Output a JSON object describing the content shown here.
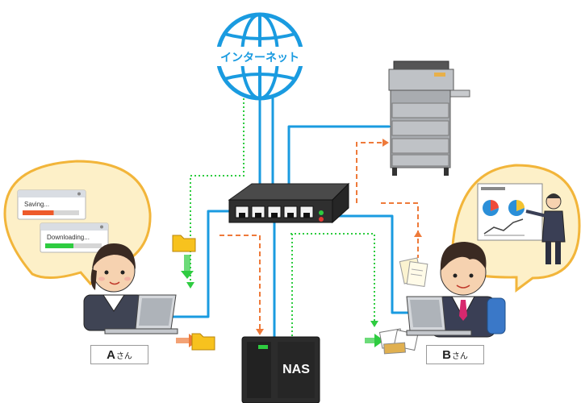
{
  "internet": {
    "label": "インターネット"
  },
  "nas": {
    "label": "NAS"
  },
  "person_a": {
    "name_big": "A",
    "name_small": "さん"
  },
  "person_b": {
    "name_big": "B",
    "name_small": "さん"
  },
  "bubble_a": {
    "saving_label": "Saving...",
    "saving_progress": 0.55,
    "downloading_label": "Downloading...",
    "downloading_progress": 0.5
  },
  "colors": {
    "cable": "#1a9be0",
    "internet_access": "#2ecc40",
    "file_transfer": "#ee7a3a",
    "bubble_fill": "#fdf0c8",
    "bubble_stroke": "#f2b53a",
    "switch_body": "#2f2f2f",
    "progress_saving": "#ee5a2a",
    "progress_download": "#2ecc40"
  },
  "icons": {
    "internet": "globe-icon",
    "switch": "network-switch-icon",
    "printer": "multifunction-printer-icon",
    "nas": "nas-device-icon",
    "folder": "folder-icon",
    "documents": "documents-icon",
    "photos": "photos-icon",
    "laptop": "laptop-icon",
    "presenter": "presenter-icon"
  }
}
